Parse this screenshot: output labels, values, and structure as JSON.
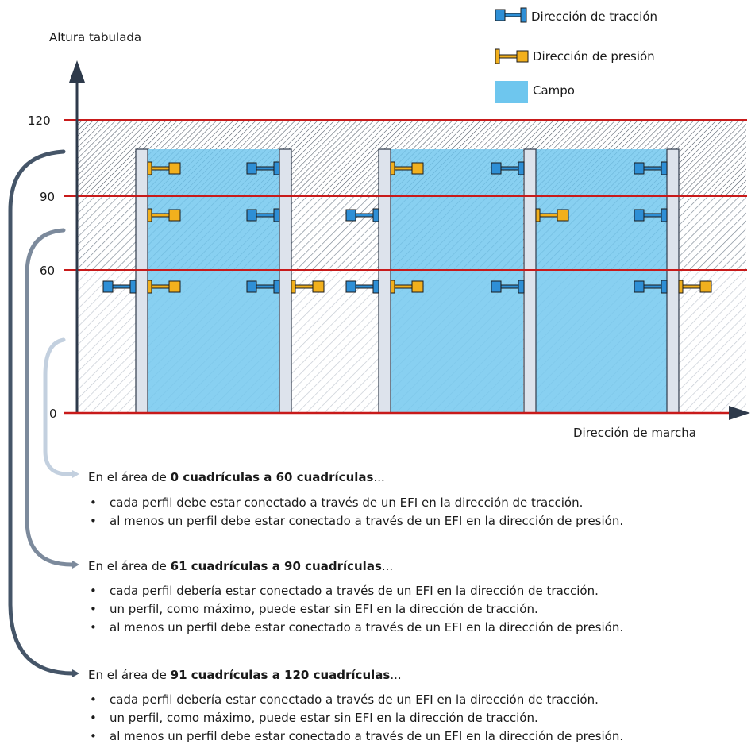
{
  "colors": {
    "traction": "#2e8fd6",
    "pressure": "#f2b01d",
    "field": "#6ec6ee",
    "limit_line": "#c81a1a",
    "axis": "#2e3a4b",
    "profile": "#dde3ec"
  },
  "legend": {
    "traction": "Dirección de tracción",
    "pressure": "Dirección de presión",
    "field": "Campo"
  },
  "axis": {
    "y_title": "Altura tabulada",
    "x_title": "Dirección de marcha",
    "y_ticks": [
      "0",
      "60",
      "90",
      "120"
    ]
  },
  "sections": [
    {
      "prefix": "En el área de ",
      "bold": "0 cuadrículas a 60 cuadrículas",
      "suffix": "...",
      "items": [
        "cada perfil debe estar conectado a través de un EFI en la dirección de tracción.",
        "al menos un perfil debe estar conectado a través de un EFI en la dirección de presión."
      ]
    },
    {
      "prefix": "En el área de ",
      "bold": "61 cuadrículas a 90 cuadrículas",
      "suffix": "...",
      "items": [
        "cada perfil debería estar conectado a través de un EFI en la dirección de tracción.",
        "un perfil, como máximo, puede estar sin EFI en la dirección de tracción.",
        "al menos un perfil debe estar conectado a través de un EFI en la dirección de presión."
      ]
    },
    {
      "prefix": "En el área de ",
      "bold": "91 cuadrículas a 120 cuadrículas",
      "suffix": "...",
      "items": [
        "cada perfil debería estar conectado a través de un EFI en la dirección de tracción.",
        "un perfil, como máximo, puede estar sin EFI en la dirección de tracción.",
        "al menos un perfil debe estar conectado a través de un EFI en la dirección de presión."
      ]
    }
  ]
}
